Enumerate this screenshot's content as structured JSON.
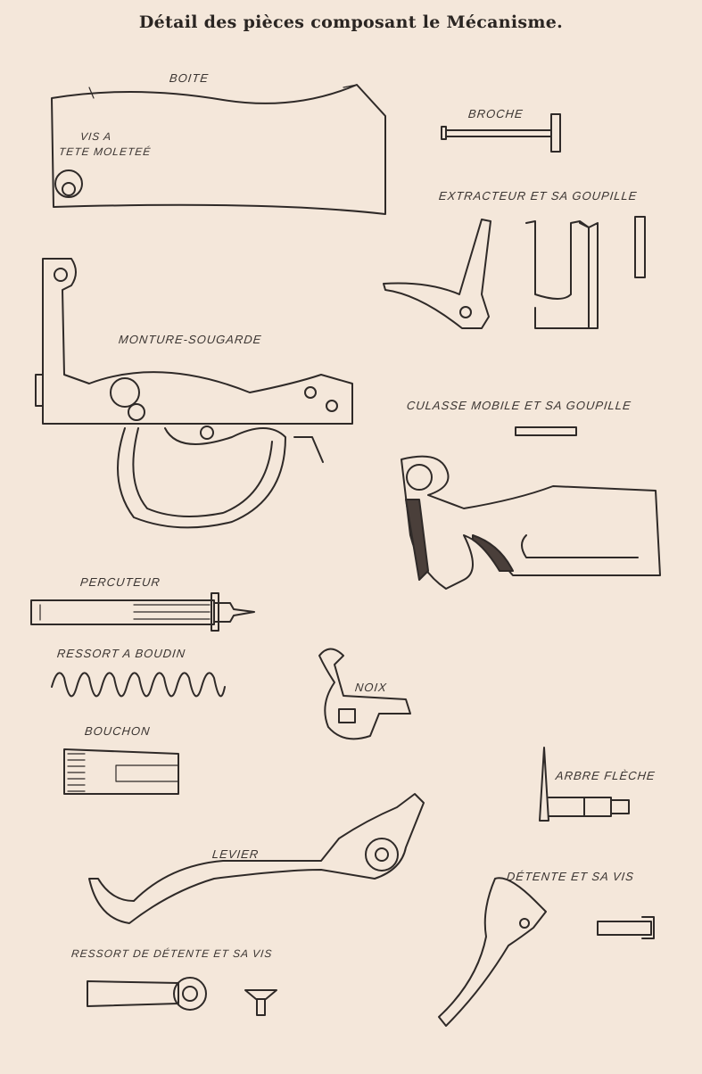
{
  "title": "Détail des pièces composant le Mécanisme.",
  "parts": {
    "boite": "BOITE",
    "vis_a": "VIS A",
    "tete_moletee": "TETE MOLETEÉ",
    "broche": "BROCHE",
    "extracteur": "EXTRACTEUR ET SA GOUPILLE",
    "monture": "MONTURE-SOUGARDE",
    "culasse": "CULASSE MOBILE ET SA GOUPILLE",
    "percuteur": "PERCUTEUR",
    "ressort_boudin": "RESSORT A BOUDIN",
    "noix": "NOIX",
    "bouchon": "BOUCHON",
    "arbre_fleche": "ARBRE FLÈCHE",
    "levier": "LEVIER",
    "detente": "DÉTENTE ET SA VIS",
    "ressort_detente": "RESSORT DE DÉTENTE ET SA VIS"
  }
}
